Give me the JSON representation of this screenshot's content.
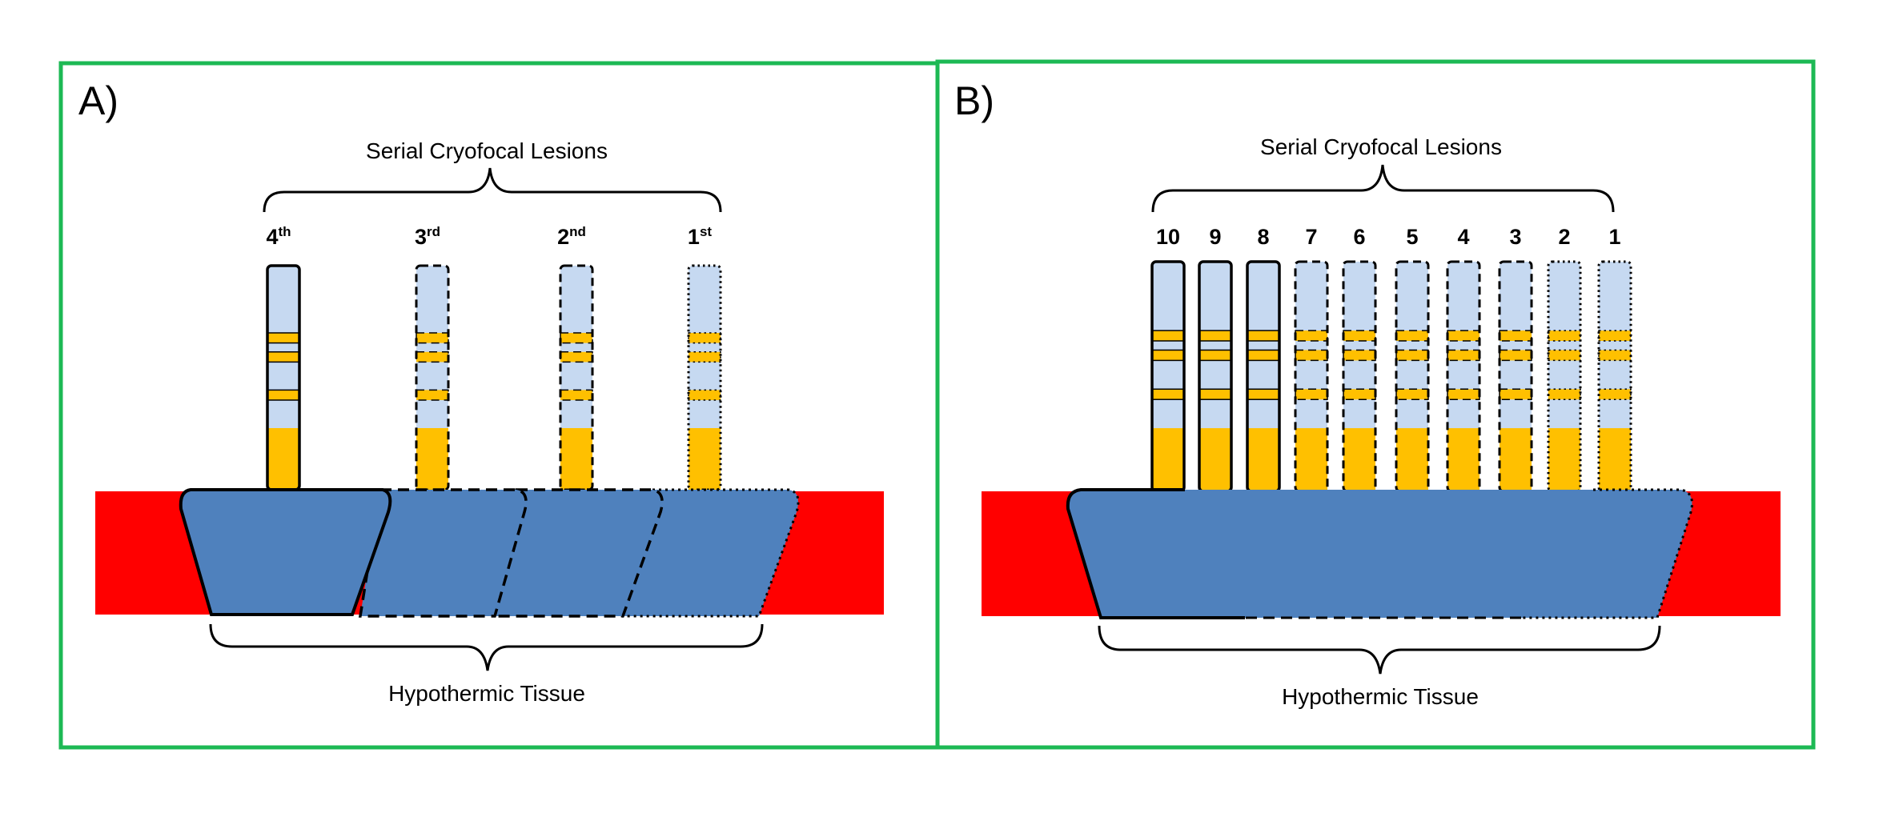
{
  "colors": {
    "frame": "#1db954",
    "tissue": "#ff0000",
    "lesion": "#4f81bd",
    "probe_body": "#c6d9f1",
    "probe_band": "#ffc000",
    "outline": "#000000"
  },
  "panels": [
    {
      "id": "A",
      "label": "A)",
      "top_brace_text": "Serial Cryofocal Lesions",
      "bottom_brace_text": "Hypothermic Tissue",
      "probes": [
        {
          "base": "4",
          "sup": "th",
          "style": "solid"
        },
        {
          "base": "3",
          "sup": "rd",
          "style": "dashed"
        },
        {
          "base": "2",
          "sup": "nd",
          "style": "dashed"
        },
        {
          "base": "1",
          "sup": "st",
          "style": "dotted"
        }
      ]
    },
    {
      "id": "B",
      "label": "B)",
      "top_brace_text": "Serial Cryofocal Lesions",
      "bottom_brace_text": "Hypothermic Tissue",
      "probes": [
        {
          "base": "10",
          "sup": "",
          "style": "solid"
        },
        {
          "base": "9",
          "sup": "",
          "style": "solid"
        },
        {
          "base": "8",
          "sup": "",
          "style": "solid"
        },
        {
          "base": "7",
          "sup": "",
          "style": "dashed"
        },
        {
          "base": "6",
          "sup": "",
          "style": "dashed"
        },
        {
          "base": "5",
          "sup": "",
          "style": "dashed"
        },
        {
          "base": "4",
          "sup": "",
          "style": "dashed"
        },
        {
          "base": "3",
          "sup": "",
          "style": "dashed"
        },
        {
          "base": "2",
          "sup": "",
          "style": "dotted"
        },
        {
          "base": "1",
          "sup": "",
          "style": "dotted"
        }
      ]
    }
  ]
}
